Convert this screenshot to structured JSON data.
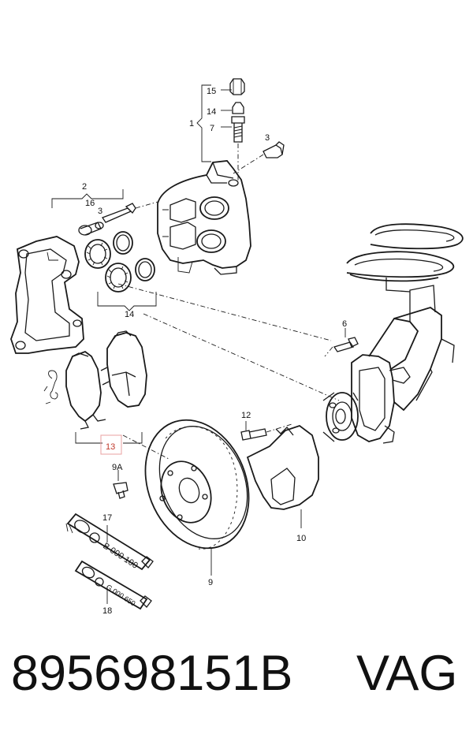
{
  "callouts": {
    "c15": "15",
    "c14a": "14",
    "c7": "7",
    "c1": "1",
    "c3a": "3",
    "c2": "2",
    "c16": "16",
    "c3b": "3",
    "c14b": "14",
    "c6": "6",
    "c12": "12",
    "c13": "13",
    "c9a": "9A",
    "c17": "17",
    "c10": "10",
    "c9": "9",
    "c18": "18"
  },
  "tubes": {
    "tube1_code": "B 000 100",
    "tube2_code": "G 000 650"
  },
  "footer": {
    "part_number": "895698151B",
    "brand": "VAG"
  },
  "colors": {
    "highlight": "#c0392b",
    "line": "#1a1a1a"
  }
}
